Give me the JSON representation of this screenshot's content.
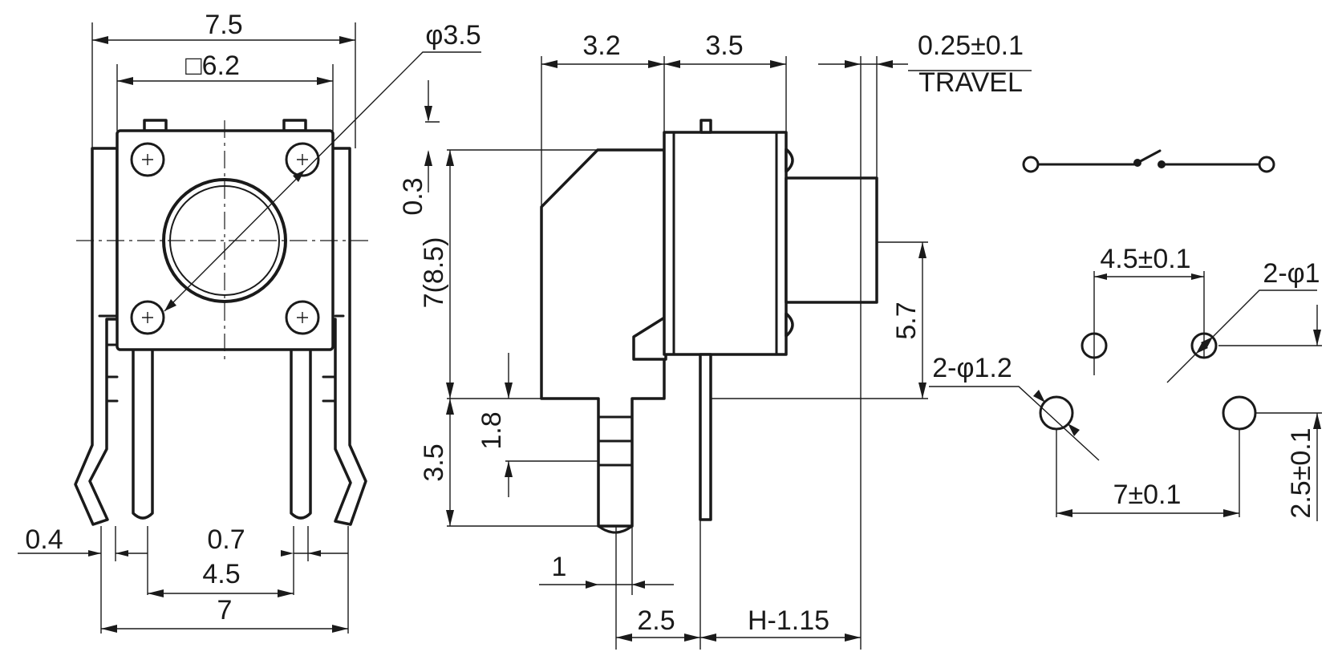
{
  "front_view": {
    "width_overall": "7.5",
    "body_square": "□6.2",
    "actuator_dia": "φ3.5",
    "lead_thickness": "0.4",
    "lead_width": "0.7",
    "inner_pitch": "4.5",
    "outer_pitch": "7"
  },
  "side_view": {
    "body_depth": "3.2",
    "cap_depth": "3.5",
    "travel_value": "0.25±0.1",
    "travel_label": "TRAVEL",
    "top_offset": "0.3",
    "body_height": "7(8.5)",
    "actuator_center": "5.7",
    "lead_length": "3.5",
    "peg_length": "1.8",
    "peg_width": "1",
    "pin_spacing": "2.5",
    "height_formula": "H-1.15"
  },
  "footprint": {
    "top_pitch": "4.5±0.1",
    "small_holes": "2-φ1",
    "large_holes": "2-φ1.2",
    "bottom_pitch": "7±0.1",
    "row_spacing": "2.5±0.1"
  }
}
